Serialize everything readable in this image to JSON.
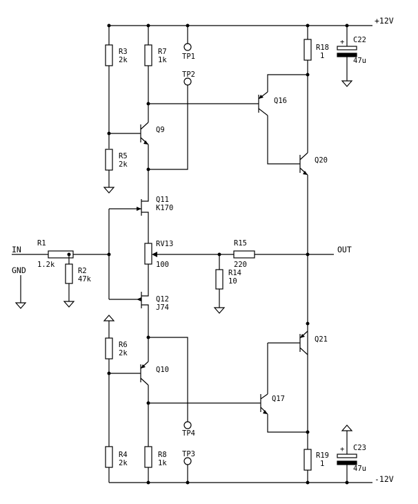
{
  "rails": {
    "positive": "+12V",
    "negative": "-12V"
  },
  "ports": {
    "input": "IN",
    "ground": "GND",
    "output": "OUT"
  },
  "components": {
    "R1": {
      "ref": "R1",
      "value": "1.2k"
    },
    "R2": {
      "ref": "R2",
      "value": "47k"
    },
    "R3": {
      "ref": "R3",
      "value": "2k"
    },
    "R4": {
      "ref": "R4",
      "value": "2k"
    },
    "R5": {
      "ref": "R5",
      "value": "2k"
    },
    "R6": {
      "ref": "R6",
      "value": "2k"
    },
    "R7": {
      "ref": "R7",
      "value": "1k"
    },
    "R8": {
      "ref": "R8",
      "value": "1k"
    },
    "R14": {
      "ref": "R14",
      "value": "10"
    },
    "R15": {
      "ref": "R15",
      "value": "220"
    },
    "R18": {
      "ref": "R18",
      "value": "1"
    },
    "R19": {
      "ref": "R19",
      "value": "1"
    },
    "RV13": {
      "ref": "RV13",
      "value": "100"
    },
    "C22": {
      "ref": "C22",
      "value": "47u",
      "polarity": "+"
    },
    "C23": {
      "ref": "C23",
      "value": "47u",
      "polarity": "+"
    },
    "Q9": {
      "ref": "Q9"
    },
    "Q10": {
      "ref": "Q10"
    },
    "Q11": {
      "ref": "Q11",
      "part": "K170"
    },
    "Q12": {
      "ref": "Q12",
      "part": "J74"
    },
    "Q16": {
      "ref": "Q16"
    },
    "Q17": {
      "ref": "Q17"
    },
    "Q20": {
      "ref": "Q20"
    },
    "Q21": {
      "ref": "Q21"
    }
  },
  "test_points": {
    "TP1": "TP1",
    "TP2": "TP2",
    "TP3": "TP3",
    "TP4": "TP4"
  }
}
